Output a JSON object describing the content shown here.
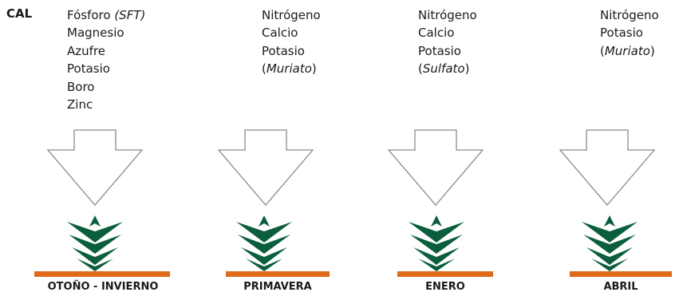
{
  "cal_label": "CAL",
  "colors": {
    "ground": "#e06a1b",
    "plant": "#0b5e3c",
    "arrow_stroke": "#8a8a8a"
  },
  "stages": [
    {
      "season": "OTOÑO - INVIERNO",
      "nutrients": [
        {
          "pre": "Fósforo ",
          "it": "(SFT)",
          "post": ""
        },
        {
          "pre": "Magnesio",
          "it": "",
          "post": ""
        },
        {
          "pre": "Azufre",
          "it": "",
          "post": ""
        },
        {
          "pre": "Potasio",
          "it": "",
          "post": ""
        },
        {
          "pre": "Boro",
          "it": "",
          "post": ""
        },
        {
          "pre": "Zinc",
          "it": "",
          "post": ""
        }
      ]
    },
    {
      "season": "PRIMAVERA",
      "nutrients": [
        {
          "pre": "Nitrógeno",
          "it": "",
          "post": ""
        },
        {
          "pre": "Calcio",
          "it": "",
          "post": ""
        },
        {
          "pre": "Potasio",
          "it": "",
          "post": ""
        },
        {
          "pre": "(",
          "it": "Muriato",
          "post": ")"
        }
      ]
    },
    {
      "season": "ENERO",
      "nutrients": [
        {
          "pre": "Nitrógeno",
          "it": "",
          "post": ""
        },
        {
          "pre": "Calcio",
          "it": "",
          "post": ""
        },
        {
          "pre": "Potasio",
          "it": "",
          "post": ""
        },
        {
          "pre": "(",
          "it": "Sulfato",
          "post": ")"
        }
      ]
    },
    {
      "season": "ABRIL",
      "nutrients": [
        {
          "pre": "Nitrógeno",
          "it": "",
          "post": ""
        },
        {
          "pre": "Potasio",
          "it": "",
          "post": ""
        },
        {
          "pre": "(",
          "it": "Muriato",
          "post": ")"
        }
      ]
    }
  ]
}
